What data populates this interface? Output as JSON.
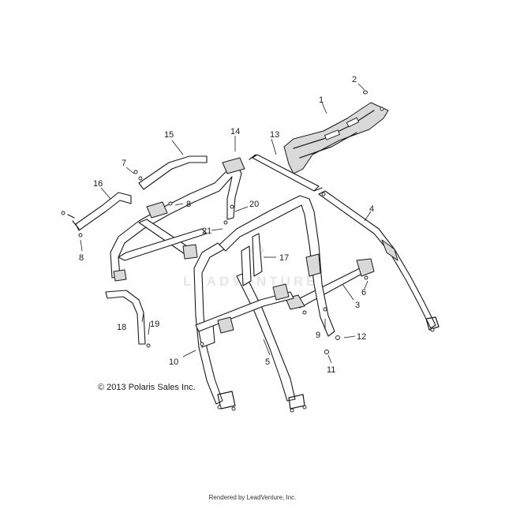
{
  "callouts": [
    {
      "id": "1",
      "label": "1"
    },
    {
      "id": "2",
      "label": "2"
    },
    {
      "id": "3",
      "label": "3"
    },
    {
      "id": "4",
      "label": "4"
    },
    {
      "id": "5",
      "label": "5"
    },
    {
      "id": "6",
      "label": "6"
    },
    {
      "id": "7",
      "label": "7"
    },
    {
      "id": "8a",
      "label": "8"
    },
    {
      "id": "8b",
      "label": "8"
    },
    {
      "id": "9",
      "label": "9"
    },
    {
      "id": "10",
      "label": "10"
    },
    {
      "id": "11",
      "label": "11"
    },
    {
      "id": "12",
      "label": "12"
    },
    {
      "id": "13",
      "label": "13"
    },
    {
      "id": "14",
      "label": "14"
    },
    {
      "id": "15",
      "label": "15"
    },
    {
      "id": "16",
      "label": "16"
    },
    {
      "id": "17",
      "label": "17"
    },
    {
      "id": "18",
      "label": "18"
    },
    {
      "id": "19",
      "label": "19"
    },
    {
      "id": "20",
      "label": "20"
    },
    {
      "id": "21",
      "label": "21"
    }
  ],
  "copyright": "© 2013 Polaris Sales Inc.",
  "watermark": "LEADVENTURE",
  "footer": "Rendered by LeadVenture, Inc."
}
